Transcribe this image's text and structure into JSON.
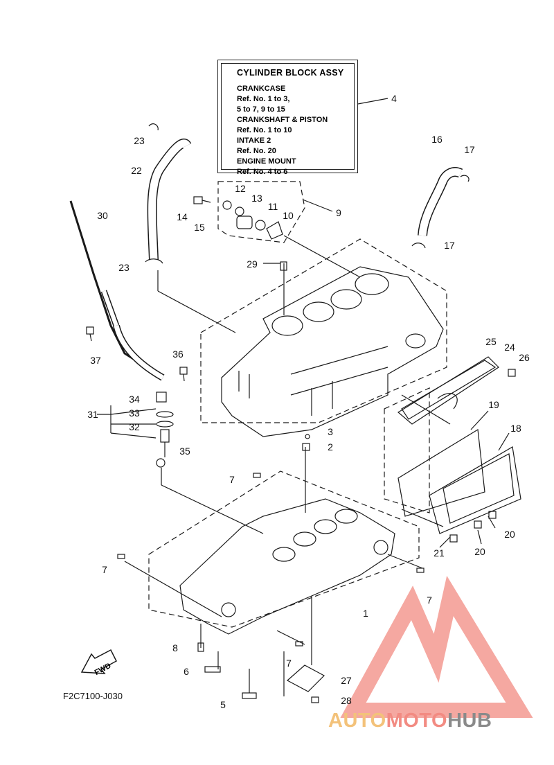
{
  "legend": {
    "title": "CYLINDER BLOCK ASSY",
    "lines": [
      "CRANKCASE",
      "Ref. No. 1 to 3,",
      "5 to 7, 9 to 15",
      "CRANKSHAFT & PISTON",
      "Ref. No. 1 to 10",
      "INTAKE 2",
      "Ref. No. 20",
      "ENGINE MOUNT",
      "Ref. No. 4 to 6"
    ]
  },
  "callouts": {
    "c4": "4",
    "c23a": "23",
    "c22": "22",
    "c16": "16",
    "c17a": "17",
    "c12": "12",
    "c13": "13",
    "c14": "14",
    "c15": "15",
    "c11": "11",
    "c10": "10",
    "c9": "9",
    "c30": "30",
    "c17b": "17",
    "c29": "29",
    "c23b": "23",
    "c37": "37",
    "c36": "36",
    "c25": "25",
    "c24": "24",
    "c26": "26",
    "c34": "34",
    "c31": "31",
    "c33": "33",
    "c32": "32",
    "c19": "19",
    "c3": "3",
    "c2": "2",
    "c35": "35",
    "c18": "18",
    "c7a": "7",
    "c20a": "20",
    "c21": "21",
    "c20b": "20",
    "c7b": "7",
    "c1": "1",
    "c7c": "7",
    "c8": "8",
    "c7d": "7",
    "c6": "6",
    "c27": "27",
    "c5": "5",
    "c28": "28"
  },
  "diagram_code": "F2C7100-J030",
  "fwd_label": "FWD",
  "watermark": {
    "part1": "AUTO",
    "part2": "MOTO",
    "part3": "HUB"
  },
  "colors": {
    "line": "#1a1a1a",
    "watermark_red": "#f28b82",
    "watermark_orange": "#f3c27a",
    "watermark_gray": "#8a8a8a"
  }
}
